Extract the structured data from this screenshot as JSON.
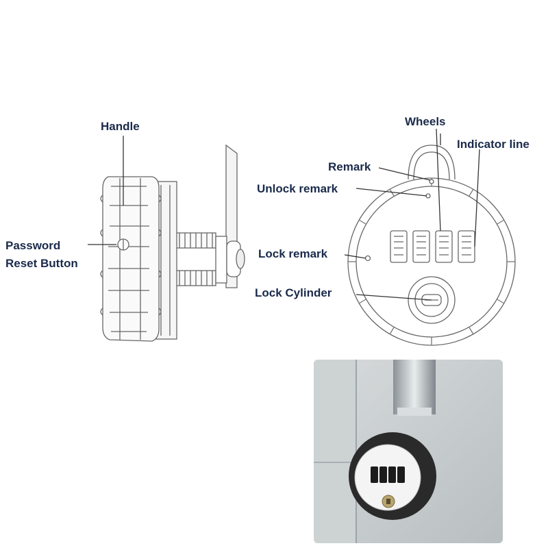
{
  "labels": {
    "handle": "Handle",
    "password_line1": "Password",
    "password_line2": "Reset Button",
    "wheels": "Wheels",
    "indicator_line": "Indicator line",
    "remark": "Remark",
    "unlock_remark": "Unlock remark",
    "lock_remark": "Lock remark",
    "lock_cylinder": "Lock Cylinder"
  },
  "colors": {
    "label_text": "#1a2a4a",
    "line_art": "#555555",
    "photo_bg": "#c9ced0"
  },
  "photo": {
    "description_icon": "combination-lock-photo"
  }
}
